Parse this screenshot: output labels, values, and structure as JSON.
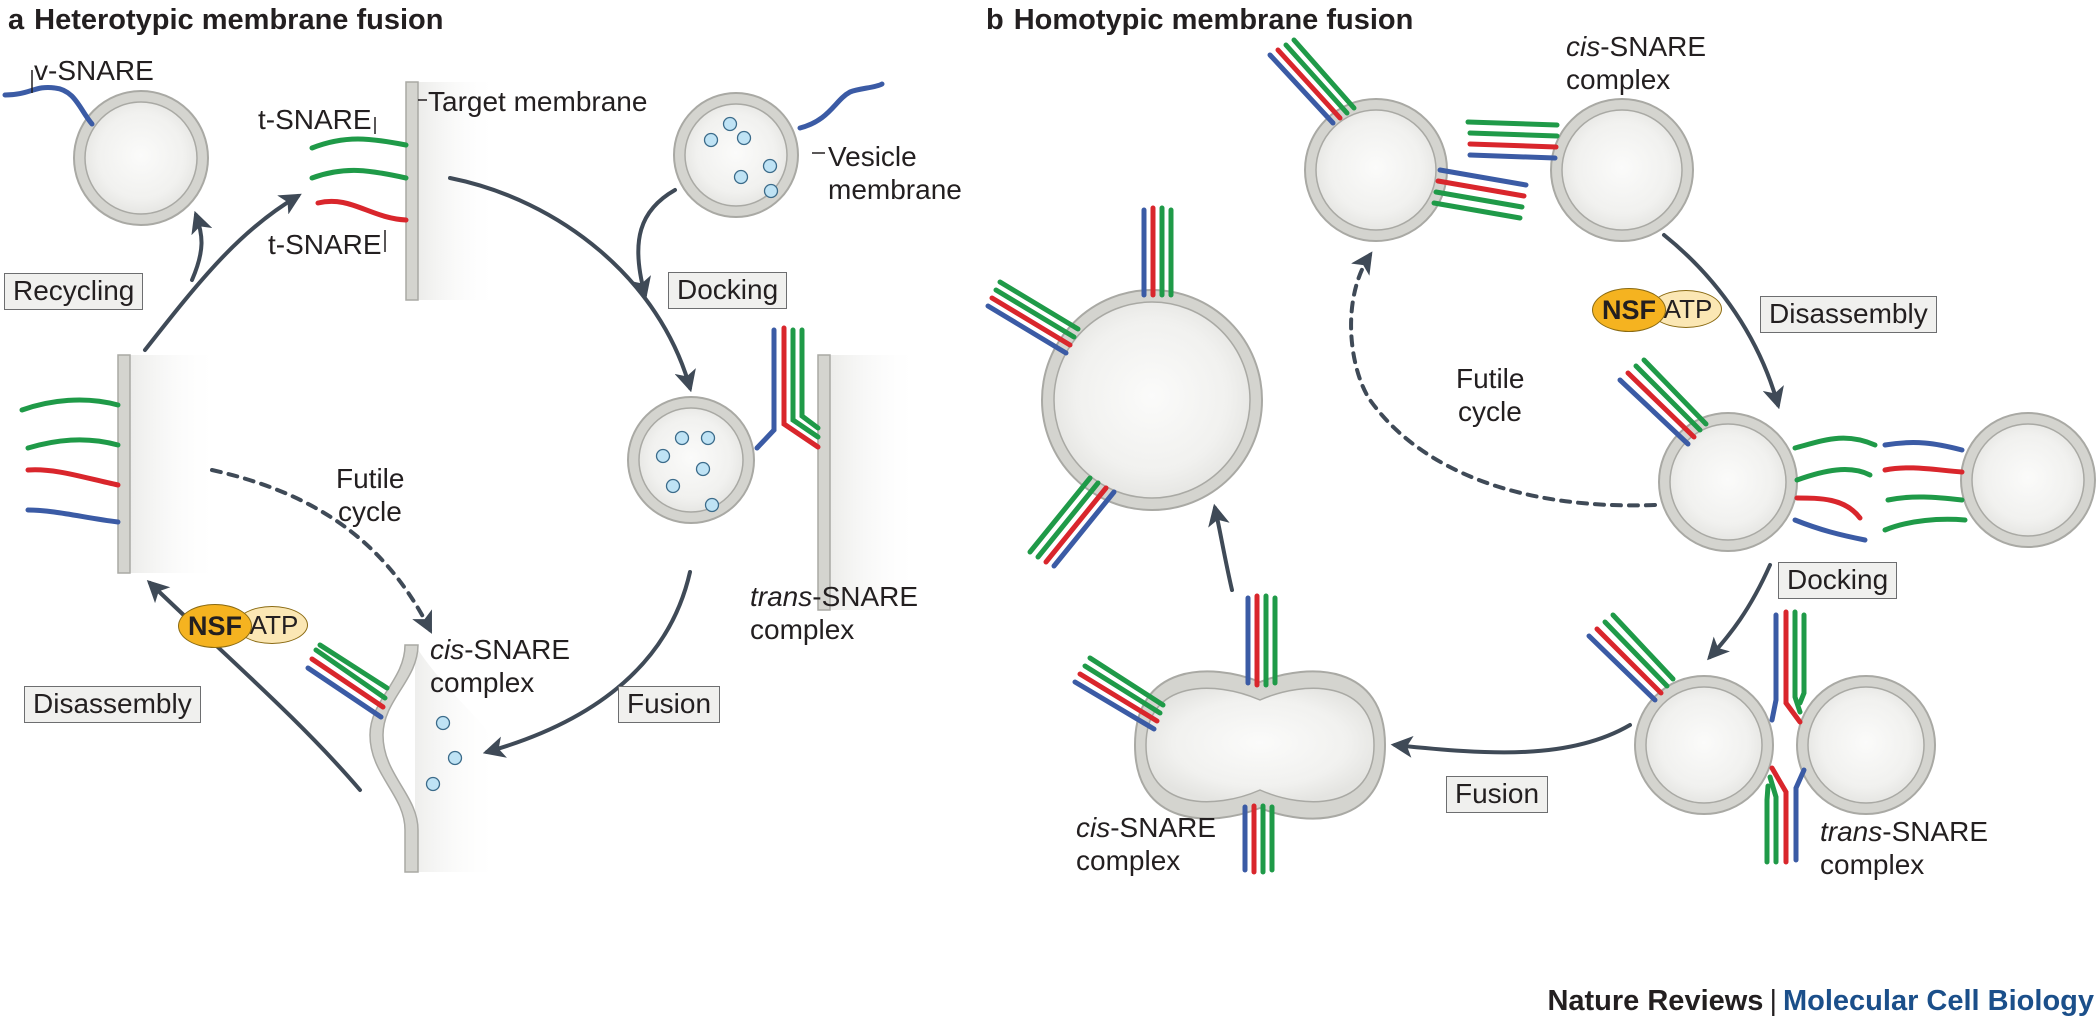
{
  "panels": {
    "a": {
      "letter": "a",
      "title": "Heterotypic membrane fusion"
    },
    "b": {
      "letter": "b",
      "title": "Homotypic membrane fusion"
    }
  },
  "labels_a": {
    "v_snare": "v-SNARE",
    "t_snare_top": "t-SNARE",
    "t_snare_bottom": "t-SNARE",
    "target_membrane": "Target membrane",
    "vesicle_membrane_1": "Vesicle",
    "vesicle_membrane_2": "membrane",
    "futile_1": "Futile",
    "futile_2": "cycle",
    "trans_italic": "trans",
    "trans_rest": "-SNARE",
    "trans_line2": "complex",
    "cis_italic": "cis",
    "cis_rest": "-SNARE",
    "cis_line2": "complex"
  },
  "boxes_a": {
    "recycling": "Recycling",
    "docking": "Docking",
    "fusion": "Fusion",
    "disassembly": "Disassembly"
  },
  "labels_b": {
    "cis_top_italic": "cis",
    "cis_top_rest": "-SNARE",
    "cis_top_line2": "complex",
    "futile_1": "Futile",
    "futile_2": "cycle",
    "trans_italic": "trans",
    "trans_rest": "-SNARE",
    "trans_line2": "complex",
    "cis_bottom_italic": "cis",
    "cis_bottom_rest": "-SNARE",
    "cis_bottom_line2": "complex"
  },
  "boxes_b": {
    "disassembly": "Disassembly",
    "docking": "Docking",
    "fusion": "Fusion"
  },
  "badges": {
    "nsf": "NSF",
    "atp": "ATP"
  },
  "footer": {
    "journal": "Nature Reviews",
    "separator": "|",
    "section": "Molecular Cell Biology"
  },
  "colors": {
    "v_snare": "#3b5ba5",
    "t_snare_red": "#d9262c",
    "t_snare_green": "#1f9a48",
    "membrane_fill": "#d4d4cf",
    "membrane_stroke": "#a9a9a4",
    "arrow": "#3f4a57",
    "nsf": "#f5b320",
    "atp": "#fbe7b4",
    "journal_blue": "#1b4f8a"
  }
}
